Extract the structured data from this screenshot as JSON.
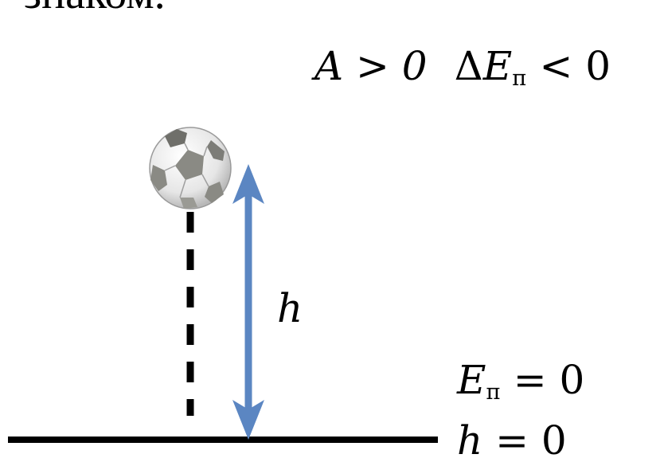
{
  "top_cut_text": "знаком.",
  "inequalities": {
    "work": "A > 0",
    "delta_symbol": "Δ",
    "energy_var": "E",
    "energy_sub": "п",
    "energy_rel": " < 0"
  },
  "height_label": "h",
  "ground_energy": {
    "var": "E",
    "sub": "п",
    "rel": " = 0"
  },
  "ground_height": {
    "var": "h",
    "rel": " = 0"
  },
  "colors": {
    "arrow": "#5b86c2",
    "ground": "#000000",
    "ball_light": "#f2f2f2",
    "ball_patch": "#8a8a84"
  },
  "icons": [
    "soccer-ball-icon"
  ]
}
